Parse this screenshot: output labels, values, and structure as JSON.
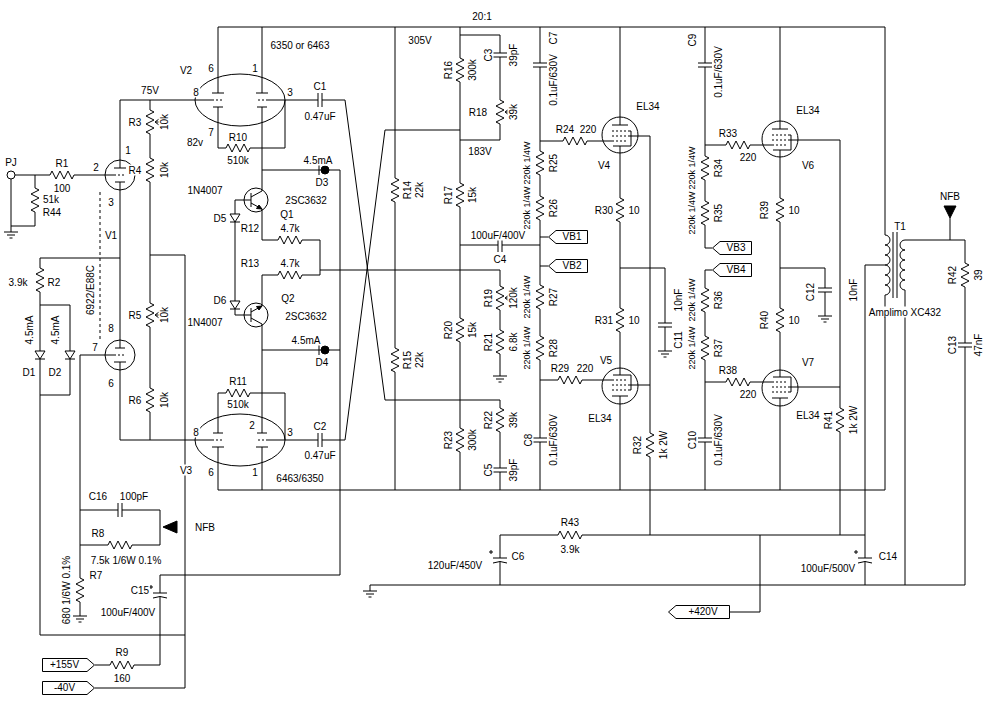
{
  "diagram": {
    "nodes": [
      {
        "text": [
          "VB1"
        ]
      },
      {
        "text": [
          "VB2"
        ]
      },
      {
        "text": [
          "VB3"
        ]
      },
      {
        "text": [
          "VB4"
        ]
      },
      {
        "text": [
          "+420V"
        ]
      },
      {
        "text": [
          "+155V"
        ]
      },
      {
        "text": [
          "-40V"
        ]
      }
    ],
    "labels": [
      "PJ",
      "R1",
      "100",
      "51k",
      "R44",
      "V1",
      "6922/E88C",
      "3.9k",
      "R2",
      "4.5mA",
      "4.5mA",
      "D1",
      "D2",
      "1",
      "2",
      "3",
      "8",
      "7",
      "6",
      "75V",
      "R3",
      "10k",
      "R4",
      "10k",
      "R5",
      "10k",
      "R6",
      "10k",
      "6350 or 6463",
      "6",
      "1",
      "8",
      "3",
      "7",
      "82v",
      "V2",
      "C1",
      "0.47uF",
      "R10",
      "510k",
      "1N4007",
      "D5",
      "2SC3632",
      "Q1",
      "4.5mA",
      "D3",
      "R12",
      "4.7k",
      "R13",
      "4.7k",
      "D6",
      "1N4007",
      "Q2",
      "2SC3632",
      "4.5mA",
      "D4",
      "R11",
      "510k",
      "V3",
      "8",
      "3",
      "2",
      "6",
      "1",
      "C2",
      "0.47uF",
      "6463/6350",
      "C16",
      "100pF",
      "R8",
      "7.5k 1/6W 0.1%",
      "R7",
      "680 1/6W 0.1%",
      "NFB",
      "C15",
      "100uF/400V",
      "R9",
      "160",
      "305V",
      "20:1",
      "R16",
      "300k",
      "C3",
      "39pF",
      "R18",
      "39k",
      "183V",
      "R14",
      "22k",
      "R17",
      "15k",
      "100uF/400V",
      "C4",
      "R19",
      "120k",
      "R21",
      "6.8k",
      "R20",
      "15k",
      "R15",
      "22k",
      "R22",
      "39k",
      "R23",
      "300k",
      "C5",
      "39pF",
      "C7",
      "0.1uF/630V",
      "R24",
      "220",
      "220k 1/4W",
      "R25",
      "220k 1/4W",
      "R26",
      "EL34",
      "V4",
      "R30",
      "10",
      "R31",
      "10",
      "220k 1/4W",
      "R27",
      "220k 1/4W",
      "R28",
      "R29",
      "220",
      "V5",
      "EL34",
      "C11",
      "10nF",
      "C8",
      "0.1uF/630V",
      "R32",
      "1k 2W",
      "C9",
      "0.1uF/630V",
      "R33",
      "220",
      "220k 1/4W",
      "R34",
      "220k 1/4W",
      "R35",
      "EL34",
      "V6",
      "R39",
      "10",
      "R40",
      "10",
      "C12",
      "10nF",
      "220k 1/4W",
      "R36",
      "220k 1/4W",
      "R37",
      "R38",
      "220",
      "EL34",
      "V7",
      "C10",
      "0.1uF/630V",
      "R41",
      "1k 2W",
      "T1",
      "Amplimo XC432",
      "NFB",
      "R42",
      "39",
      "C13",
      "47nF",
      "120uF/450V",
      "C6",
      "R43",
      "3.9k",
      "C14",
      "100uF/500V"
    ]
  }
}
